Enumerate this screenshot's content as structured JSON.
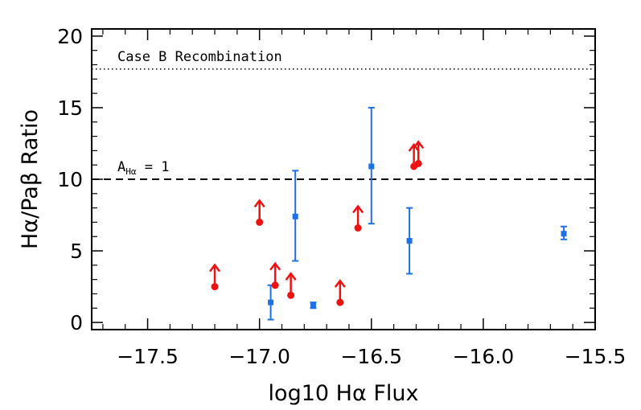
{
  "chart_data": {
    "type": "scatter",
    "title": "",
    "xlabel": "log10 Hα Flux",
    "ylabel": "Hα/Paβ Ratio",
    "xlim": [
      -17.75,
      -15.5
    ],
    "ylim": [
      -0.5,
      20.5
    ],
    "x_ticks": [
      -17.5,
      -17.0,
      -16.5,
      -16.0,
      -15.5
    ],
    "x_tick_labels": [
      "−17.5",
      "−17.0",
      "−16.5",
      "−16.0",
      "−15.5"
    ],
    "y_ticks": [
      0,
      5,
      10,
      15,
      20
    ],
    "y_tick_labels": [
      "0",
      "5",
      "10",
      "15",
      "20"
    ],
    "grid": false,
    "reference_lines": [
      {
        "y": 17.7,
        "style": "dotted",
        "label": "Case B Recombination"
      },
      {
        "y": 10.0,
        "style": "dashed",
        "label_main": "A",
        "label_sub": "Hα",
        "label_rest": " = 1"
      }
    ],
    "series": [
      {
        "marker": "square",
        "color": "#1f6fe5",
        "points": [
          {
            "x": -16.95,
            "y": 1.4,
            "ylo": 0.2,
            "yhi": 2.6
          },
          {
            "x": -16.84,
            "y": 7.4,
            "ylo": 4.3,
            "yhi": 10.6
          },
          {
            "x": -16.76,
            "y": 1.2,
            "ylo": 1.0,
            "yhi": 1.4
          },
          {
            "x": -16.5,
            "y": 10.9,
            "ylo": 6.9,
            "yhi": 15.0
          },
          {
            "x": -16.33,
            "y": 5.7,
            "ylo": 3.4,
            "yhi": 8.0
          },
          {
            "x": -15.64,
            "y": 6.2,
            "ylo": 5.8,
            "yhi": 6.7
          }
        ]
      },
      {
        "marker": "circle-lower-limit",
        "color": "#ee1111",
        "points": [
          {
            "x": -17.2,
            "y": 2.5
          },
          {
            "x": -17.0,
            "y": 7.0
          },
          {
            "x": -16.93,
            "y": 2.6
          },
          {
            "x": -16.86,
            "y": 1.9
          },
          {
            "x": -16.64,
            "y": 1.4
          },
          {
            "x": -16.56,
            "y": 6.6
          },
          {
            "x": -16.31,
            "y": 10.9
          },
          {
            "x": -16.29,
            "y": 11.1
          }
        ]
      }
    ]
  }
}
